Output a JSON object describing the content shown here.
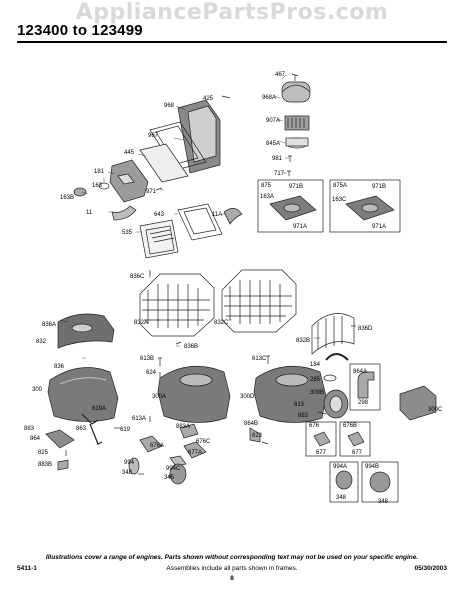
{
  "watermark": "AppliancePartsPros.com",
  "title": "123400 to 123499",
  "footer": {
    "disclaimer": "Illustrations cover a range of engines. Parts shown without corresponding text may not be used on your specific engine.",
    "doc_number": "5411-1",
    "frames_note": "Assemblies include all parts shown in frames.",
    "date": "05/30/2003",
    "page": "8"
  },
  "callouts": [
    {
      "id": "467",
      "label": "467"
    },
    {
      "id": "968A",
      "label": "968A"
    },
    {
      "id": "907A",
      "label": "907A"
    },
    {
      "id": "845A",
      "label": "845A"
    },
    {
      "id": "981",
      "label": "981"
    },
    {
      "id": "717",
      "label": "717"
    },
    {
      "id": "425",
      "label": "425"
    },
    {
      "id": "968",
      "label": "968"
    },
    {
      "id": "967",
      "label": "967"
    },
    {
      "id": "445",
      "label": "445"
    },
    {
      "id": "181",
      "label": "181"
    },
    {
      "id": "163",
      "label": "163"
    },
    {
      "id": "163B",
      "label": "163B"
    },
    {
      "id": "971",
      "label": "971"
    },
    {
      "id": "11",
      "label": "11"
    },
    {
      "id": "643",
      "label": "643"
    },
    {
      "id": "535",
      "label": "535"
    },
    {
      "id": "11A",
      "label": "11A"
    },
    {
      "id": "875",
      "label": "875"
    },
    {
      "id": "163A",
      "label": "163A"
    },
    {
      "id": "971B",
      "label": "971B"
    },
    {
      "id": "971A",
      "label": "971A"
    },
    {
      "id": "875A",
      "label": "875A"
    },
    {
      "id": "971B_2",
      "label": "971B"
    },
    {
      "id": "163C",
      "label": "163C"
    },
    {
      "id": "971A_2",
      "label": "971A"
    },
    {
      "id": "836C",
      "label": "836C"
    },
    {
      "id": "836A",
      "label": "836A"
    },
    {
      "id": "832A",
      "label": "832A"
    },
    {
      "id": "832C",
      "label": "832C"
    },
    {
      "id": "836D",
      "label": "836D"
    },
    {
      "id": "832",
      "label": "832"
    },
    {
      "id": "836B",
      "label": "836B"
    },
    {
      "id": "832B",
      "label": "832B"
    },
    {
      "id": "836",
      "label": "836"
    },
    {
      "id": "613B",
      "label": "613B"
    },
    {
      "id": "624",
      "label": "624"
    },
    {
      "id": "613C",
      "label": "613C"
    },
    {
      "id": "184",
      "label": "184"
    },
    {
      "id": "285",
      "label": "285"
    },
    {
      "id": "864A",
      "label": "864A"
    },
    {
      "id": "300",
      "label": "300"
    },
    {
      "id": "300A",
      "label": "300A"
    },
    {
      "id": "300D",
      "label": "300D"
    },
    {
      "id": "300B",
      "label": "300B"
    },
    {
      "id": "613",
      "label": "613"
    },
    {
      "id": "298",
      "label": "298"
    },
    {
      "id": "300C",
      "label": "300C"
    },
    {
      "id": "619A",
      "label": "619A"
    },
    {
      "id": "613A",
      "label": "613A"
    },
    {
      "id": "883",
      "label": "883"
    },
    {
      "id": "863",
      "label": "863"
    },
    {
      "id": "619",
      "label": "619"
    },
    {
      "id": "883A",
      "label": "883A"
    },
    {
      "id": "864B",
      "label": "864B"
    },
    {
      "id": "823",
      "label": "823"
    },
    {
      "id": "883_2",
      "label": "883"
    },
    {
      "id": "864",
      "label": "864"
    },
    {
      "id": "676A",
      "label": "676A"
    },
    {
      "id": "676C",
      "label": "676C"
    },
    {
      "id": "677A",
      "label": "677A"
    },
    {
      "id": "676",
      "label": "676"
    },
    {
      "id": "676B",
      "label": "676B"
    },
    {
      "id": "825",
      "label": "825"
    },
    {
      "id": "883B",
      "label": "883B"
    },
    {
      "id": "677",
      "label": "677"
    },
    {
      "id": "677_2",
      "label": "677"
    },
    {
      "id": "994",
      "label": "994"
    },
    {
      "id": "348",
      "label": "348"
    },
    {
      "id": "994C",
      "label": "994C"
    },
    {
      "id": "345",
      "label": "345"
    },
    {
      "id": "994A",
      "label": "994A"
    },
    {
      "id": "994B",
      "label": "994B"
    },
    {
      "id": "348_2",
      "label": "348"
    },
    {
      "id": "348_3",
      "label": "348"
    }
  ]
}
